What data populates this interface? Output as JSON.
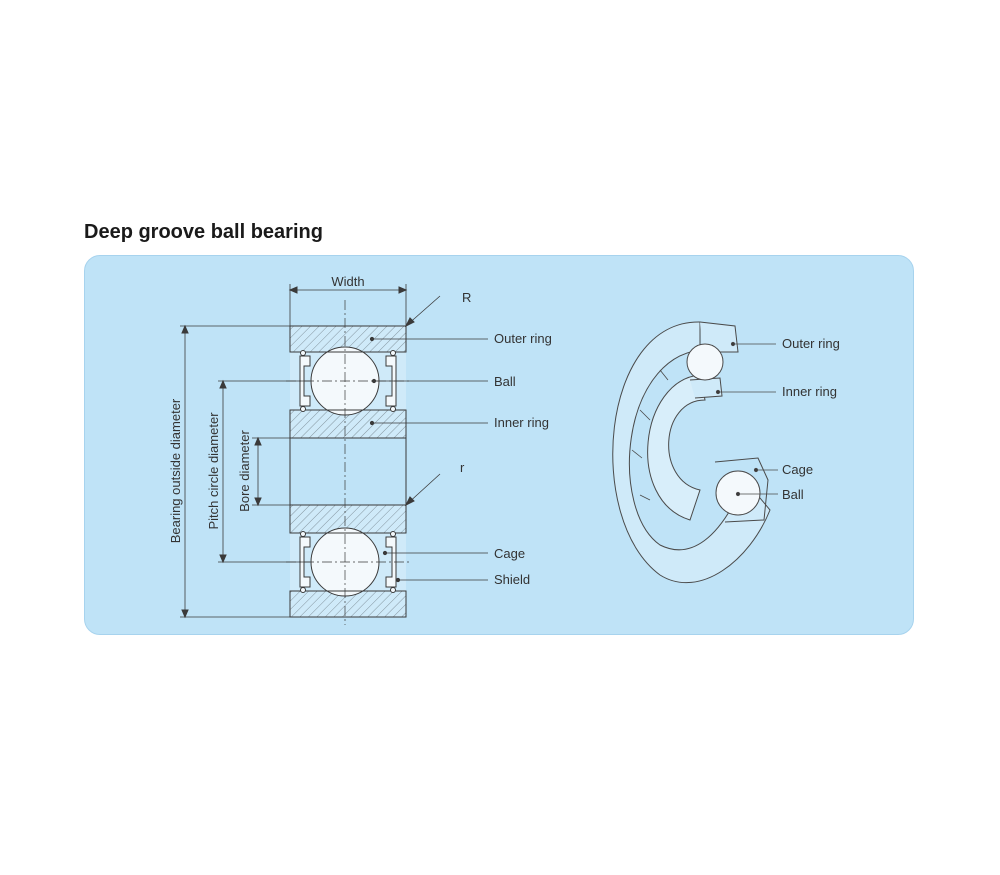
{
  "title": "Deep groove ball bearing",
  "colors": {
    "panel": "#bfe3f7",
    "panel_border": "#a7d3ee",
    "line": "#3a3a3a",
    "ball_fill": "#f4f9fc"
  },
  "cross_section": {
    "width_label": "Width",
    "radius_outer_label": "R",
    "radius_inner_label": "r",
    "outer_ring_label": "Outer ring",
    "ball_label": "Ball",
    "inner_ring_label": "Inner ring",
    "cage_label": "Cage",
    "shield_label": "Shield",
    "outside_diameter_label": "Bearing outside diameter",
    "pitch_diameter_label": "Pitch circle diameter",
    "bore_diameter_label": "Bore  diameter"
  },
  "cutaway": {
    "outer_ring_label": "Outer ring",
    "inner_ring_label": "Inner ring",
    "cage_label": "Cage",
    "ball_label": "Ball"
  }
}
